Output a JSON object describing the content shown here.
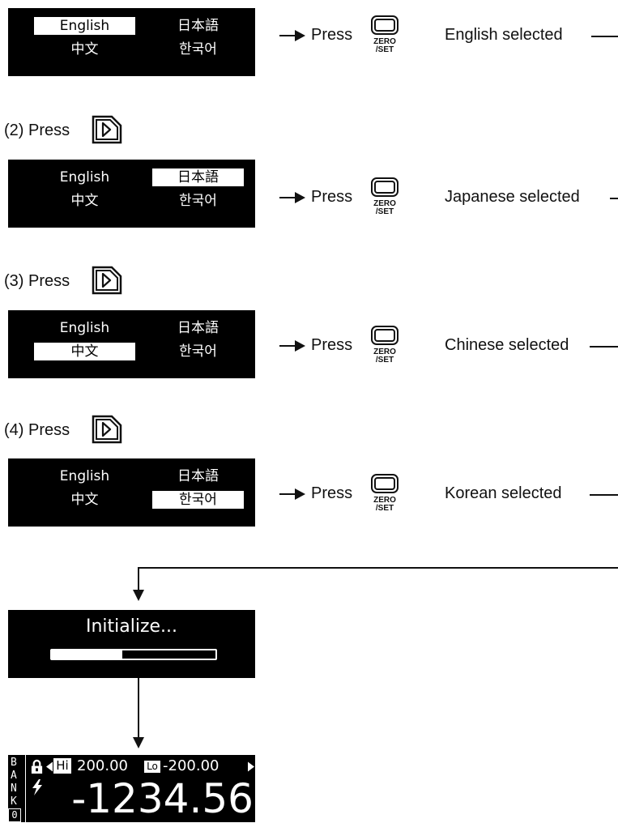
{
  "languages": {
    "english": "English",
    "japanese": "日本語",
    "chinese": "中文",
    "korean": "한국어"
  },
  "steps": [
    {
      "label": "",
      "press": "Press",
      "selected": "English selected"
    },
    {
      "label": "(2) Press",
      "press": "Press",
      "selected": "Japanese selected"
    },
    {
      "label": "(3) Press",
      "press": "Press",
      "selected": "Chinese selected"
    },
    {
      "label": "(4) Press",
      "press": "Press",
      "selected": "Korean selected"
    }
  ],
  "key": {
    "line1": "ZERO",
    "line2": "/SET"
  },
  "initialize": {
    "text": "Initialize...",
    "progress": 0.43
  },
  "display": {
    "bank_letters": "BANK",
    "bank_number": "0",
    "hi_tag": "Hi",
    "hi_value": "200.00",
    "lo_tag": "Lo",
    "lo_value": "-200.00",
    "reading": "-1234.56"
  },
  "icons": [
    "zero-set-key-icon",
    "right-button-icon",
    "lock-icon",
    "lightning-icon",
    "triangle-left-icon",
    "triangle-right-icon"
  ]
}
